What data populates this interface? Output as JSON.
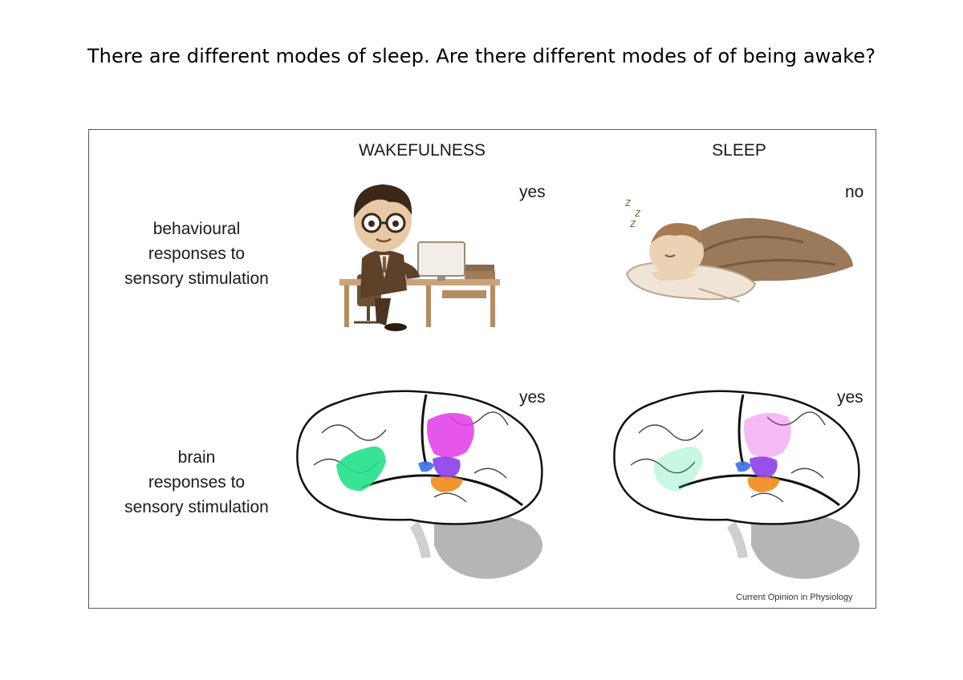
{
  "slide": {
    "title": "There are different modes of sleep. Are there different modes of of being awake?"
  },
  "figure": {
    "columns": {
      "wake": "WAKEFULNESS",
      "sleep": "SLEEP"
    },
    "rows": {
      "behaviour": [
        "behavioural",
        "responses to",
        "sensory stimulation"
      ],
      "brain": [
        "brain",
        "responses to",
        "sensory stimulation"
      ]
    },
    "answers": {
      "behaviour_wake": "yes",
      "behaviour_sleep": "no",
      "brain_wake": "yes",
      "brain_sleep": "yes"
    },
    "sleep_glyph": "z",
    "credit": "Current Opinion in Physiology",
    "colors": {
      "region_green": "#22e08a",
      "region_magenta": "#e03ae6",
      "region_purple": "#8a3ee8",
      "region_blue": "#3c6fe6",
      "region_orange": "#f08a1c",
      "cerebellum_gray": "#b5b5b5",
      "sepia": "#8a6a4a"
    }
  }
}
